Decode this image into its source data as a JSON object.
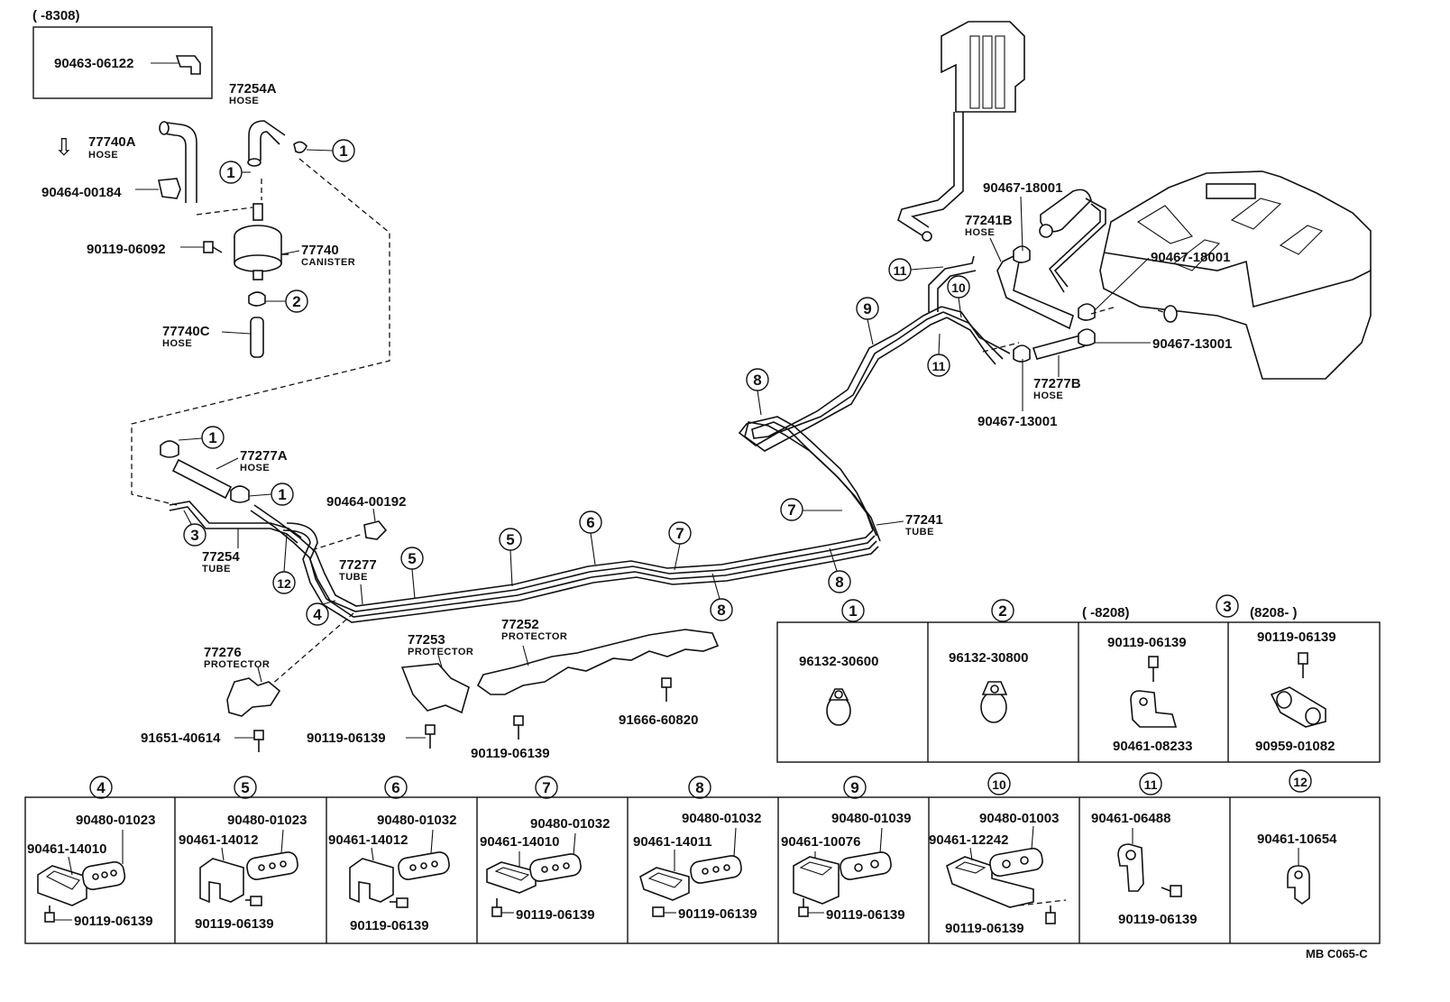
{
  "inset_top": {
    "range": "(      -8308)",
    "part": "90463-06122"
  },
  "arrow_symbol": "⇩",
  "callouts": [
    {
      "id": "1",
      "text": "77254A",
      "sub": "HOSE"
    },
    {
      "id": "2",
      "text": "77740A",
      "sub": "HOSE"
    },
    {
      "id": "3",
      "text": "90464-00184",
      "sub": ""
    },
    {
      "id": "4",
      "text": "90119-06092",
      "sub": ""
    },
    {
      "id": "5",
      "text": "77740",
      "sub": "CANISTER"
    },
    {
      "id": "6",
      "text": "77740C",
      "sub": "HOSE"
    },
    {
      "id": "7",
      "text": "77277A",
      "sub": "HOSE"
    },
    {
      "id": "8",
      "text": "77254",
      "sub": "TUBE"
    },
    {
      "id": "9",
      "text": "77277",
      "sub": "TUBE"
    },
    {
      "id": "10",
      "text": "90464-00192",
      "sub": ""
    },
    {
      "id": "11",
      "text": "77276",
      "sub": "PROTECTOR"
    },
    {
      "id": "12",
      "text": "91651-40614",
      "sub": ""
    },
    {
      "id": "13",
      "text": "77253",
      "sub": "PROTECTOR"
    },
    {
      "id": "14",
      "text": "90119-06139",
      "sub": ""
    },
    {
      "id": "15",
      "text": "77252",
      "sub": "PROTECTOR"
    },
    {
      "id": "16",
      "text": "90119-06139",
      "sub": ""
    },
    {
      "id": "17",
      "text": "91666-60820",
      "sub": ""
    },
    {
      "id": "18",
      "text": "77241",
      "sub": "TUBE"
    },
    {
      "id": "19",
      "text": "90467-18001",
      "sub": ""
    },
    {
      "id": "20",
      "text": "77241B",
      "sub": "HOSE"
    },
    {
      "id": "21",
      "text": "90467-18001",
      "sub": ""
    },
    {
      "id": "22",
      "text": "90467-13001",
      "sub": ""
    },
    {
      "id": "23",
      "text": "77277B",
      "sub": "HOSE"
    },
    {
      "id": "24",
      "text": "90467-13001",
      "sub": ""
    }
  ],
  "circled_marks": [
    {
      "id": "c1",
      "num": "1"
    },
    {
      "id": "c2",
      "num": "1"
    },
    {
      "id": "c3",
      "num": "2"
    },
    {
      "id": "c4",
      "num": "1"
    },
    {
      "id": "c5",
      "num": "1"
    },
    {
      "id": "c6",
      "num": "3"
    },
    {
      "id": "c7",
      "num": "12"
    },
    {
      "id": "c8",
      "num": "4"
    },
    {
      "id": "c9",
      "num": "5"
    },
    {
      "id": "c10",
      "num": "5"
    },
    {
      "id": "c11",
      "num": "6"
    },
    {
      "id": "c12",
      "num": "7"
    },
    {
      "id": "c13",
      "num": "8"
    },
    {
      "id": "c14",
      "num": "8"
    },
    {
      "id": "c15",
      "num": "7"
    },
    {
      "id": "c16",
      "num": "8"
    },
    {
      "id": "c17",
      "num": "9"
    },
    {
      "id": "c18",
      "num": "10"
    },
    {
      "id": "c19",
      "num": "11"
    },
    {
      "id": "c20",
      "num": "11"
    }
  ],
  "boxes_right": [
    {
      "num": "1",
      "header": "",
      "parts": [
        "96132-30600"
      ]
    },
    {
      "num": "2",
      "header": "",
      "parts": [
        "96132-30800"
      ]
    },
    {
      "num": "3",
      "header": "(      -8208)",
      "parts": [
        "90119-06139",
        "90461-08233"
      ]
    },
    {
      "num": "",
      "header": "(8208-       )",
      "parts": [
        "90119-06139",
        "90959-01082"
      ]
    }
  ],
  "boxes_bottom": [
    {
      "num": "4",
      "parts": [
        "90480-01023",
        "90461-14010",
        "90119-06139"
      ]
    },
    {
      "num": "5",
      "parts": [
        "90480-01023",
        "90461-14012",
        "90119-06139"
      ]
    },
    {
      "num": "6",
      "parts": [
        "90480-01032",
        "90461-14012",
        "90119-06139"
      ]
    },
    {
      "num": "7",
      "parts": [
        "90480-01032",
        "90461-14010",
        "90119-06139"
      ]
    },
    {
      "num": "8",
      "parts": [
        "90480-01032",
        "90461-14011",
        "90119-06139"
      ]
    },
    {
      "num": "9",
      "parts": [
        "90480-01039",
        "90461-10076",
        "90119-06139"
      ]
    },
    {
      "num": "10",
      "parts": [
        "90480-01003",
        "90461-12242",
        "90119-06139"
      ]
    },
    {
      "num": "11",
      "parts": [
        "90461-06488",
        "90119-06139"
      ]
    },
    {
      "num": "12",
      "parts": [
        "90461-10654"
      ]
    }
  ],
  "footer_code": "MB C065-C"
}
